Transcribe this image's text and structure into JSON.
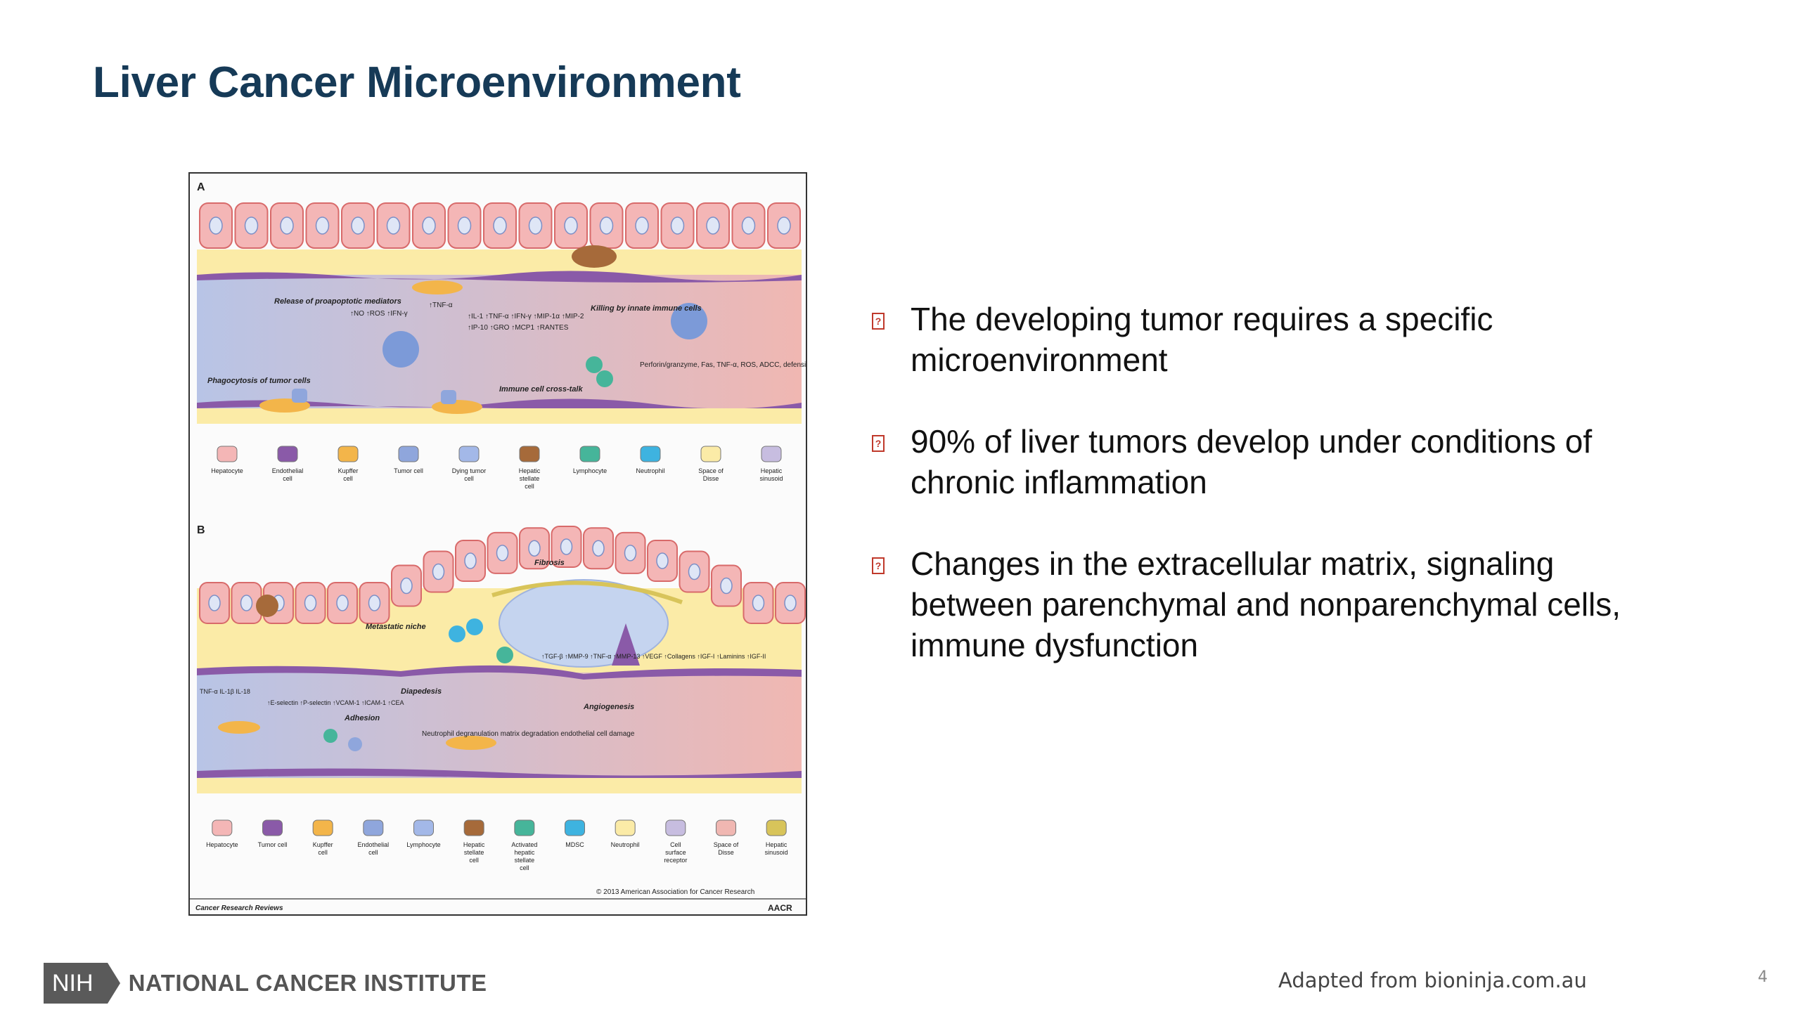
{
  "slide": {
    "title": "Liver Cancer Microenvironment",
    "credit": "Adapted from bioninja.com.au",
    "page_number": "4"
  },
  "bullets": [
    "The developing tumor requires a specific microenvironment",
    "90% of liver tumors develop under conditions of chronic inflammation",
    "Changes in the extracellular matrix, signaling between parenchymal and nonparenchymal cells, immune dysfunction"
  ],
  "bullet_icon": "missing-glyph-box-icon",
  "footer": {
    "nih_label": "NIH",
    "institute": "NATIONAL CANCER INSTITUTE"
  },
  "figure": {
    "panel_a_label": "A",
    "panel_b_label": "B",
    "panel_a_annotations": {
      "release": "Release of proapoptotic mediators",
      "release_list": "↑NO ↑ROS ↑IFN-γ",
      "tnf": "↑TNF-α",
      "cytokines_1": "↑IL-1 ↑TNF-α ↑IFN-γ ↑MIP-1α ↑MIP-2",
      "cytokines_2": "↑IP-10 ↑GRO ↑MCP1 ↑RANTES",
      "killing": "Killing by innate immune cells",
      "phagocytosis": "Phagocytosis of tumor cells",
      "crosstalk": "Immune cell cross-talk",
      "perforin": "Perforin/granzyme, Fas, TNF-α, ROS, ADCC, defensins"
    },
    "panel_b_annotations": {
      "fibrosis": "Fibrosis",
      "metastatic_niche": "Metastatic niche",
      "diapedesis": "Diapedesis",
      "adhesion": "Adhesion",
      "angiogenesis": "Angiogenesis",
      "cytokines": "TNF-α IL-1β IL-18",
      "adhesion_molecules": "↑E-selectin ↑P-selectin ↑VCAM-1 ↑ICAM-1 ↑CEA",
      "neutrophil": "Neutrophil degranulation matrix degradation endothelial cell damage",
      "growth_factors": "↑TGF-β ↑MMP-9 ↑TNF-α ↑MMP-13 ↑VEGF ↑Collagens ↑IGF-I ↑Laminins ↑IGF-II"
    },
    "legend_a": [
      "Hepatocyte",
      "Endothelial cell",
      "Kupffer cell",
      "Tumor cell",
      "Dying tumor cell",
      "Hepatic stellate cell",
      "Lymphocyte",
      "Neutrophil",
      "Space of Disse",
      "Hepatic sinusoid"
    ],
    "legend_b": [
      "Hepatocyte",
      "Tumor cell",
      "Kupffer cell",
      "Endothelial cell",
      "Lymphocyte",
      "Hepatic stellate cell",
      "Activated hepatic stellate cell",
      "MDSC",
      "Neutrophil",
      "Cell surface receptor",
      "Space of Disse",
      "Hepatic sinusoid"
    ],
    "copyright": "© 2013 American Association for Cancer Research",
    "journal": "Cancer Research Reviews",
    "publisher_mark": "AACR"
  }
}
